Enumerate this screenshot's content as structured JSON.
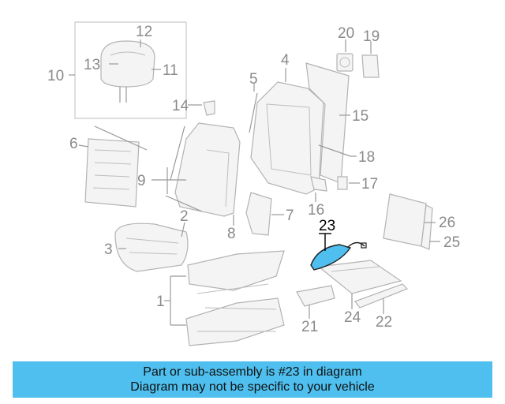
{
  "diagram": {
    "highlight_color": "#4ebfee",
    "callouts": [
      "1",
      "2",
      "3",
      "4",
      "5",
      "6",
      "7",
      "8",
      "9",
      "10",
      "11",
      "12",
      "13",
      "14",
      "15",
      "16",
      "17",
      "18",
      "19",
      "20",
      "21",
      "22",
      "23",
      "24",
      "25",
      "26"
    ],
    "highlighted": "23"
  },
  "caption": {
    "line1": "Part or sub-assembly is #23 in diagram",
    "line2": "Diagram may not be specific to your vehicle",
    "background": "#4ebfee"
  }
}
